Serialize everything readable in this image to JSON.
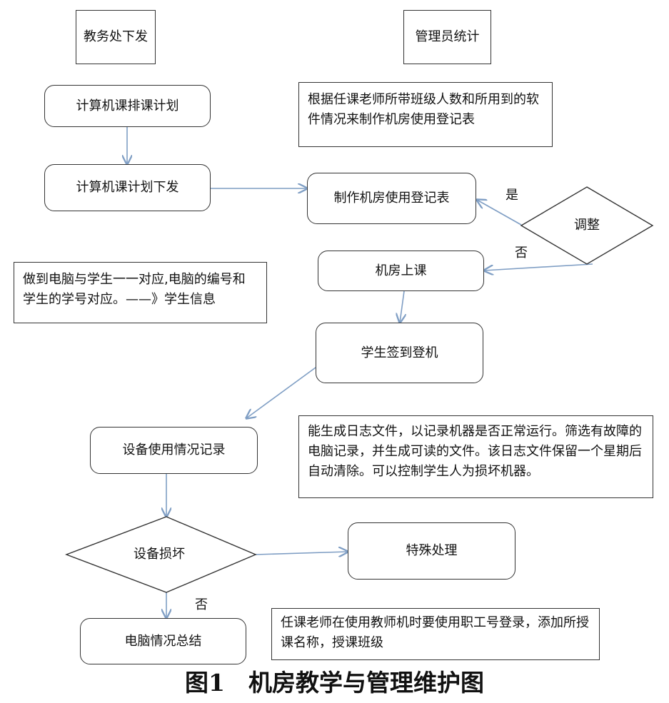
{
  "headers": {
    "left": "教务处下发",
    "right": "管理员统计"
  },
  "nodes": {
    "schedule_plan": "计算机课排课计划",
    "plan_issue": "计算机课计划下发",
    "make_register": "制作机房使用登记表",
    "lab_class": "机房上课",
    "student_signin": "学生签到登机",
    "device_record": "设备使用情况记录",
    "special_handling": "特殊处理",
    "pc_summary": "电脑情况总结"
  },
  "decisions": {
    "adjust": "调整",
    "device_damage": "设备损坏"
  },
  "edge_labels": {
    "yes": "是",
    "no_adjust": "否",
    "no_damage": "否"
  },
  "notes": {
    "register_note": "根据任课老师所带班级人数和所用到的软件情况来制作机房使用登记表",
    "mapping_note": "做到电脑与学生一一对应,电脑的编号和学生的学号对应。——》学生信息",
    "log_note": "能生成日志文件，以记录机器是否正常运行。筛选有故障的电脑记录，并生成可读的文件。该日志文件保留一个星期后自动清除。可以控制学生人为损坏机器。",
    "teacher_note": "任课老师在使用教师机时要使用职工号登录，添加所授课名称，授课班级"
  },
  "caption": "图1　机房教学与管理维护图",
  "colors": {
    "border": "#333333",
    "arrow": "#7f9ec4"
  }
}
